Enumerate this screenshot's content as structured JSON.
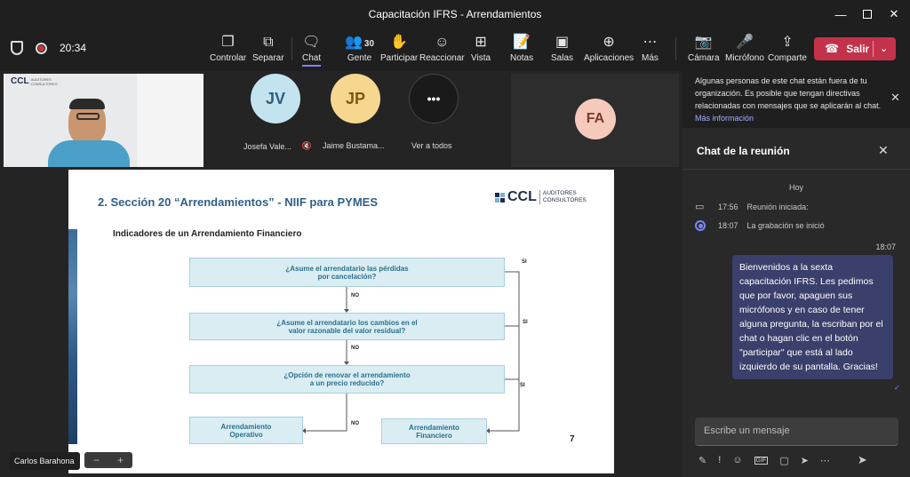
{
  "window": {
    "title": "Capacitación IFRS - Arrendamientos"
  },
  "meeting": {
    "timer": "20:34"
  },
  "toolbar": {
    "items": [
      {
        "label": "Controlar",
        "icon": "control-icon"
      },
      {
        "label": "Separar",
        "icon": "popout-icon"
      },
      {
        "label": "Chat",
        "icon": "chat-icon"
      },
      {
        "label": "Gente",
        "icon": "people-icon",
        "count": "30"
      },
      {
        "label": "Participar",
        "icon": "raise-hand-icon"
      },
      {
        "label": "Reaccionar",
        "icon": "reaction-icon"
      },
      {
        "label": "Vista",
        "icon": "view-icon"
      },
      {
        "label": "Notas",
        "icon": "notes-icon"
      },
      {
        "label": "Salas",
        "icon": "rooms-icon"
      },
      {
        "label": "Aplicaciones",
        "icon": "apps-icon"
      },
      {
        "label": "Más",
        "icon": "more-icon"
      },
      {
        "label": "Cámara",
        "icon": "camera-off-icon"
      },
      {
        "label": "Micrófono",
        "icon": "mic-off-icon"
      },
      {
        "label": "Comparte",
        "icon": "share-icon"
      }
    ],
    "leave_label": "Salir"
  },
  "participants": {
    "tiles": [
      {
        "initials": "JV",
        "name": "Josefa Vale...",
        "color": "#c3e4ef"
      },
      {
        "initials": "JP",
        "name": "Jaime Bustama...",
        "color": "#f7d68f"
      },
      {
        "initials": "•••",
        "name": "Ver a todos",
        "color": "#1a1a1a"
      }
    ],
    "fa": {
      "initials": "FA",
      "color": "#f6c9bd"
    },
    "speaker_name": "Carlos Barahona"
  },
  "slide": {
    "title": "2. Sección 20 “Arrendamientos” - NIIF para PYMES",
    "subtitle": "Indicadores de un Arrendamiento Financiero",
    "logo_text": "CCL",
    "logo_sub1": "AUDITORES",
    "logo_sub2": "CONSULTORES",
    "q1": "¿Asume el arrendatario las pérdidas\npor cancelación?",
    "q2": "¿Asume el arrendatario los cambios en el\nvalor razonable del valor residual?",
    "q3": "¿Opción de renovar el arrendamiento\na un precio reducido?",
    "operativo": "Arrendamiento\nOperativo",
    "financiero": "Arrendamiento\nFinanciero",
    "no": "NO",
    "si": "SI",
    "page": "7"
  },
  "video_logo": {
    "text": "CCL",
    "sub1": "AUDITORES",
    "sub2": "CONSULTORES"
  },
  "chat": {
    "banner": "Algunas personas de este chat están fuera de tu organización. Es posible que tengan directivas relacionadas con mensajes que se aplicarán al chat.",
    "banner_link": "Más información",
    "header": "Chat de la reunión",
    "day": "Hoy",
    "events": [
      {
        "time": "17:56",
        "text": "Reunión iniciada:"
      },
      {
        "time": "18:07",
        "text": "La grabación se inició"
      }
    ],
    "message_time": "18:07",
    "message": "Bienvenidos a la sexta capacitación IFRS. Les pedimos que por favor, apaguen sus micrófonos y en caso de tener alguna pregunta, la escriban por el chat o hagan clic en el botón \"participar\" que está al lado izquierdo de su pantalla. Gracias!",
    "input_placeholder": "Escribe un mensaje"
  }
}
